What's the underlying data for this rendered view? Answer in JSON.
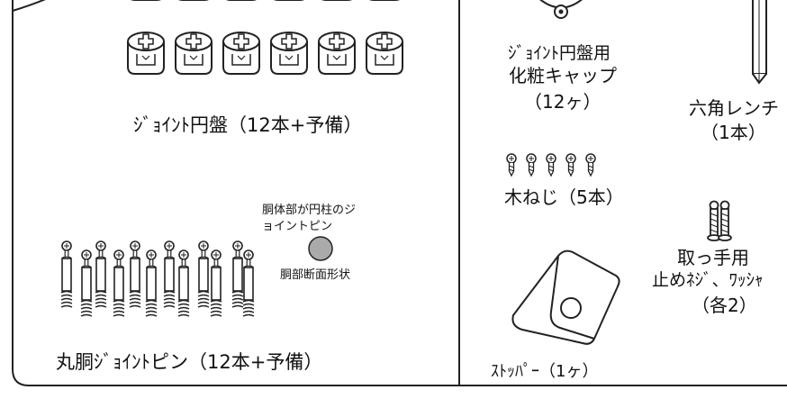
{
  "cam_disc": {
    "label": "ｼﾞｮｲﾝﾄ円盤（12本+予備）"
  },
  "joint_pin": {
    "label": "丸胴ｼﾞｮｲﾝﾄピン（12本+予備）",
    "note_line1": "胴体部が円柱のジ",
    "note_line2": "ョイントピン",
    "section_label": "胴部断面形状"
  },
  "cap": {
    "line1": "ｼﾞｮｲﾝﾄ円盤用",
    "line2": "化粧キャップ",
    "line3": "（12ヶ）"
  },
  "wood_screw": {
    "label": "木ねじ（5本）"
  },
  "stopper": {
    "label": "ｽﾄｯﾊﾟｰ（1ヶ）"
  },
  "hex_wrench": {
    "line1": "六角レンチ",
    "line2": "（1本）"
  },
  "handle_screw": {
    "line1": "取っ手用",
    "line2": "止めﾈｼﾞ、ﾜｯｼｬ",
    "line3": "（各2）"
  }
}
